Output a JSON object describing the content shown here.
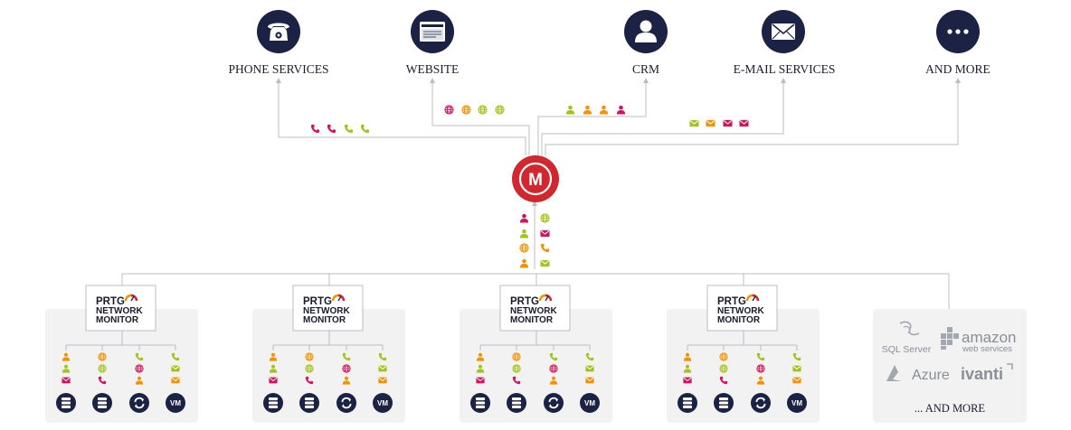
{
  "services": [
    {
      "label": "PHONE SERVICES",
      "icon": "phone-icon"
    },
    {
      "label": "WEBSITE",
      "icon": "browser-window-icon"
    },
    {
      "label": "CRM",
      "icon": "user-icon"
    },
    {
      "label": "E-MAIL SERVICES",
      "icon": "envelope-icon"
    },
    {
      "label": "AND MORE",
      "icon": "more-dots-icon"
    }
  ],
  "hub": {
    "letter": "M",
    "icon": "hub-logo-icon"
  },
  "monitor": {
    "line1": "PRTG",
    "line2": "NETWORK",
    "line3": "MONITOR"
  },
  "source_icons": {
    "vm_label": "VM"
  },
  "integrations": {
    "sql": "SQL Server",
    "amazon": "amazon",
    "webservices": "web services",
    "azure": "Azure",
    "ivanti": "ivanti",
    "more": "... AND MORE"
  },
  "colors": {
    "navy": "#1b2244",
    "red": "#d0282e",
    "magenta": "#d4145a",
    "orange": "#f39200",
    "lime": "#a6c21a",
    "line": "#b9bcc1",
    "panel": "#f2f2f2"
  }
}
